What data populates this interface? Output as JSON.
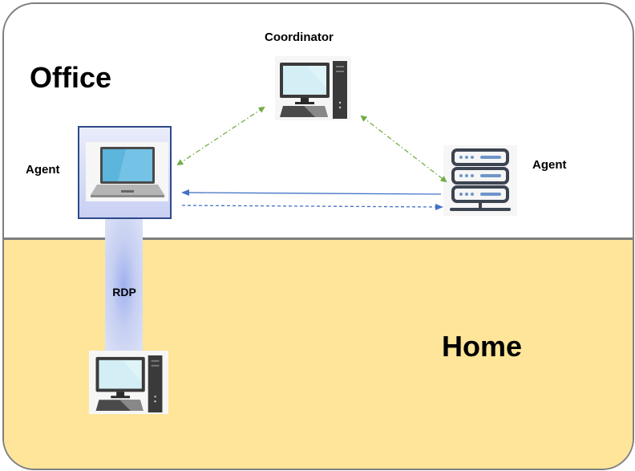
{
  "zones": {
    "office": {
      "title": "Office",
      "background": "#ffffff"
    },
    "home": {
      "title": "Home",
      "background": "#ffe599"
    }
  },
  "nodes": {
    "coordinator": {
      "label": "Coordinator",
      "icon": "desktop-computer-icon"
    },
    "office_agent_laptop": {
      "label": "Agent",
      "icon": "laptop-icon"
    },
    "office_agent_server": {
      "label": "Agent",
      "icon": "server-rack-icon"
    },
    "home_computer": {
      "label": "",
      "icon": "desktop-computer-icon"
    }
  },
  "connections": {
    "rdp": {
      "label": "RDP",
      "from": "home_computer",
      "to": "office_agent_laptop"
    },
    "coordinator_laptop": {
      "style": "dash-dot",
      "direction": "bidirectional",
      "color": "#70ad47"
    },
    "coordinator_server": {
      "style": "dash-dot",
      "direction": "bidirectional",
      "color": "#70ad47"
    },
    "server_to_laptop": {
      "style": "solid",
      "direction": "to-laptop",
      "color": "#4472c4"
    },
    "laptop_to_server": {
      "style": "dashed",
      "direction": "to-server",
      "color": "#4472c4"
    }
  },
  "colors": {
    "frame_border": "#7f7f7f",
    "agent_box_border": "#2f4a8a",
    "green_arrow": "#70ad47",
    "blue_arrow": "#4472c4"
  }
}
